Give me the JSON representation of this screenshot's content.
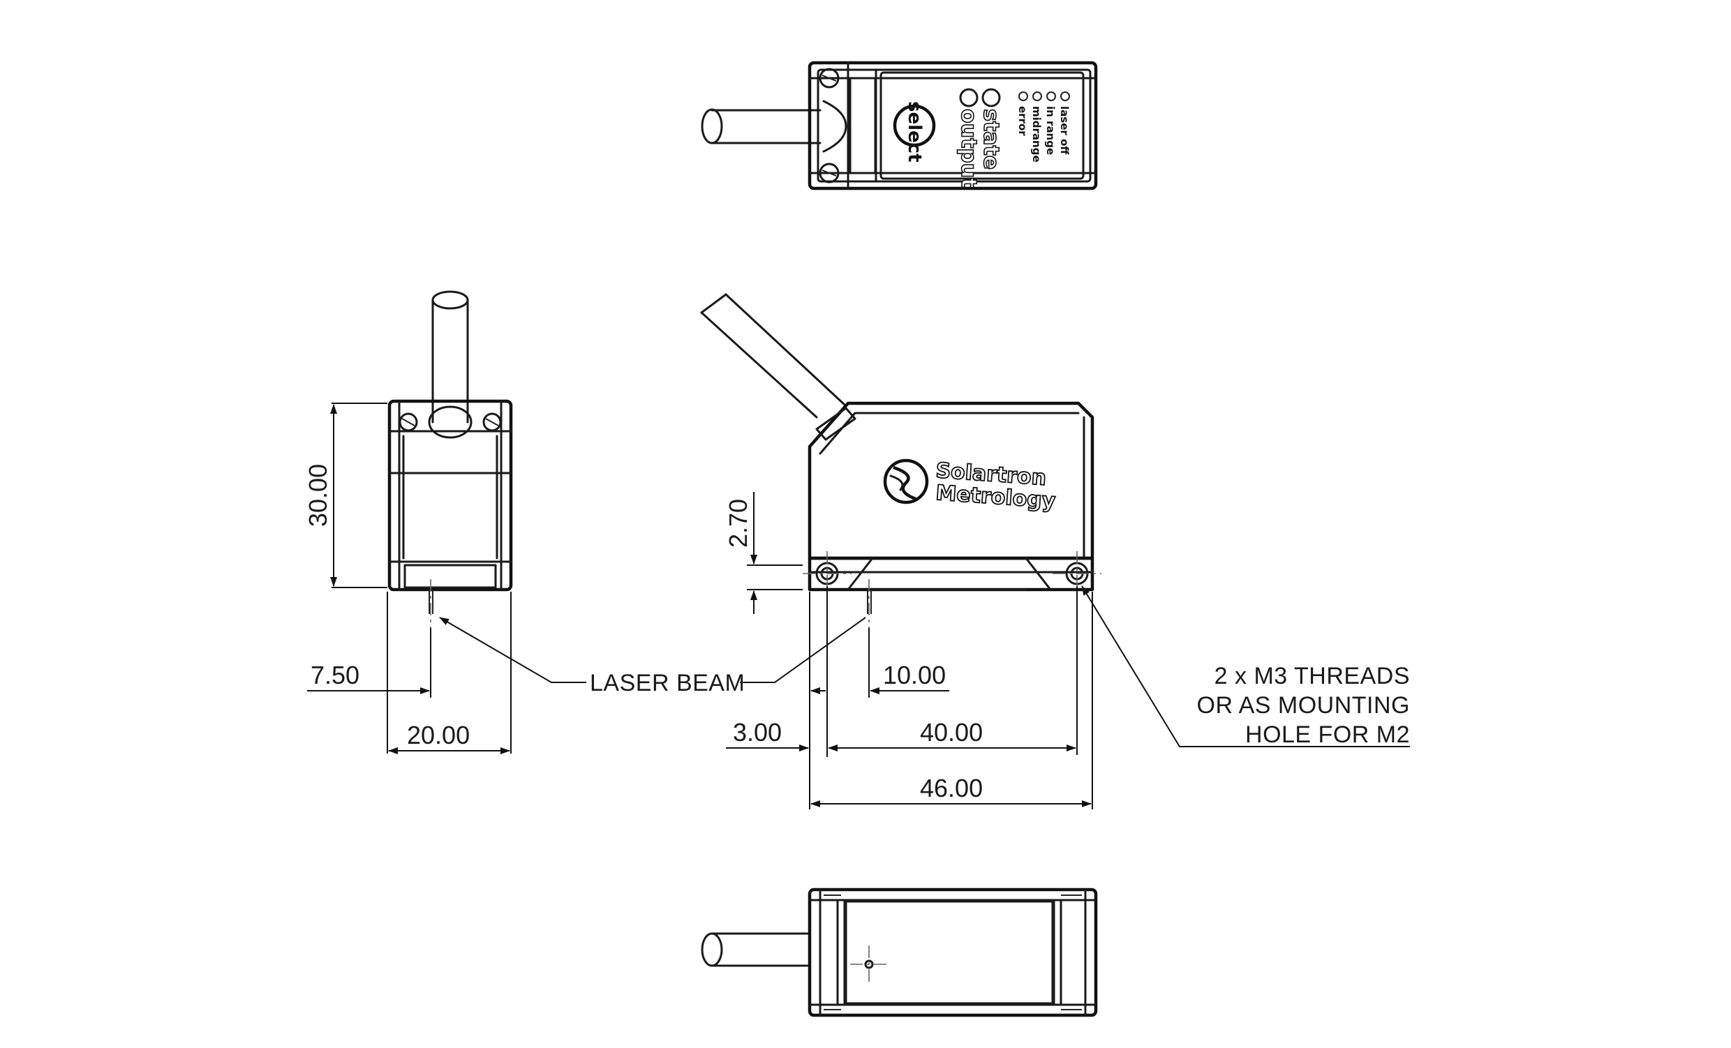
{
  "dimensions": {
    "height": "30.00",
    "beam_offset_side": "7.50",
    "width": "20.00",
    "beam_height": "2.70",
    "beam_offset_front": "10.00",
    "hole_inset": "3.00",
    "hole_spacing": "40.00",
    "length": "46.00"
  },
  "labels": {
    "laser_beam": "LASER BEAM",
    "threads_line1": "2 x M3 THREADS",
    "threads_line2": "OR AS  MOUNTING",
    "threads_line3": "HOLE FOR M2"
  },
  "top_panel": {
    "button": "select",
    "big_labels": [
      "state",
      "output"
    ],
    "leds": [
      "laser off",
      "in range",
      "midrange",
      "error"
    ]
  },
  "logo": {
    "line1": "Solartron",
    "line2": "Metrology"
  }
}
